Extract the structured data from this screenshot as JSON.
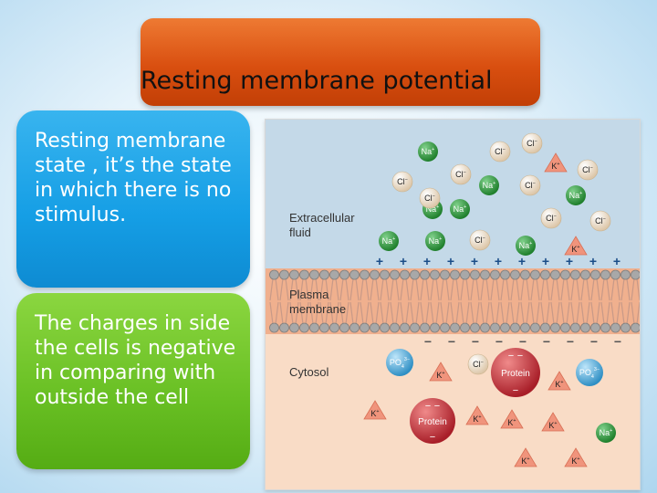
{
  "title": "Resting membrane potential",
  "cards": [
    {
      "text": "Resting membrane state , it’s the state in which there is no stimulus."
    },
    {
      "text": "The charges in side the cells is negative in comparing with outside the cell"
    }
  ],
  "figure": {
    "region_labels": {
      "extracellular": [
        "Extracellular",
        "fluid"
      ],
      "membrane": [
        "Plasma",
        "membrane"
      ],
      "cytosol": "Cytosol"
    },
    "ion_labels": {
      "na": "Na+",
      "cl": "Cl−",
      "k": "K+",
      "po4": "PO43−",
      "protein": "Protein"
    },
    "charge_symbols": {
      "positive": "+",
      "negative": "−"
    },
    "colors": {
      "extracellular": "#c4d9e8",
      "membrane": "#f0b08e",
      "cytosol": "#f9dcc6",
      "na": "#2e9a3c",
      "cl": "#f3e2cc",
      "k": "#f0947c",
      "po4": "#5cb1dd",
      "protein": "#c5303a"
    }
  }
}
